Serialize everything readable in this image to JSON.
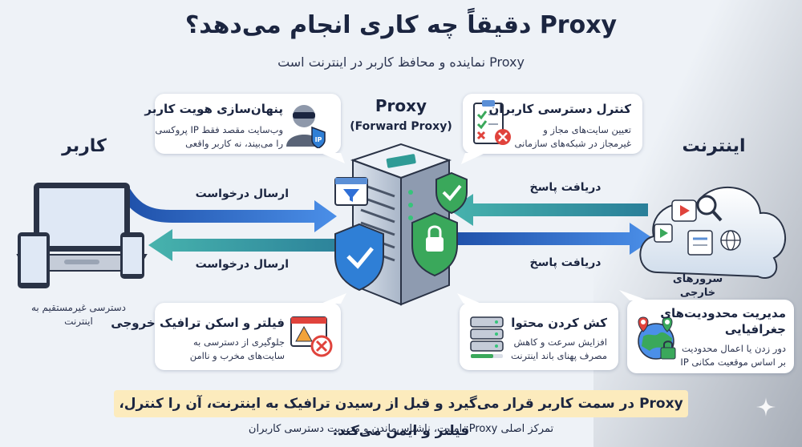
{
  "title": "Proxy دقیقاً چه کاری انجام می‌دهد؟",
  "subtitle": "Proxy نماینده و محافظ کاربر در اینترنت است",
  "proxy": {
    "title": "Proxy",
    "subtitle": "(Forward Proxy)"
  },
  "user": {
    "label": "کاربر",
    "note": "دسترسی غیرمستقیم به اینترنت"
  },
  "internet": {
    "label": "اینترنت",
    "servers": "سرورهای خارجی"
  },
  "arrows": {
    "send_request_top": "ارسال درخواست",
    "send_request_bottom": "ارسال درخواست",
    "receive_response_top": "دریافت پاسخ",
    "receive_response_bottom": "دریافت پاسخ"
  },
  "cards": {
    "identity": {
      "title": "پنهان‌سازی هویت کاربر",
      "line1": "وب‌سایت مقصد فقط IP پروکسی",
      "line2": "را می‌بیند، نه کاربر واقعی",
      "badge": "IP"
    },
    "access": {
      "title": "کنترل دسترسی کاربران",
      "line1": "تعیین سایت‌های مجاز و",
      "line2": "غیرمجاز در شبکه‌های سازمانی"
    },
    "filter": {
      "title": "فیلتر و اسکن ترافیک خروجی",
      "line1": "جلوگیری از دسترسی به",
      "line2": "سایت‌های مخرب و ناامن"
    },
    "cache": {
      "title": "کش کردن محتوا",
      "line1": "افزایش سرعت و کاهش",
      "line2": "مصرف پهنای باند اینترنت"
    },
    "geo": {
      "title_line1": "مدیریت محدودیت‌های",
      "title_line2": "جغرافیایی",
      "line1": "دور زدن یا اعمال محدودیت",
      "line2": "بر اساس موقعیت مکانی IP"
    }
  },
  "banner": "Proxy در سمت کاربر قرار می‌گیرد و قبل از رسیدن ترافیک به اینترنت، آن را کنترل، فیلتر و ایمن می‌کند.",
  "footer": "تمرکز اصلی Proxy: امنیت، ناشناس‌ماندن و مدیریت دسترسی کاربران",
  "colors": {
    "request_arrow": "#2f6fd6",
    "response_arrow": "#2f9b96",
    "shield": "#2f7fd6",
    "shield_green": "#3aa85b",
    "danger": "#e0433c",
    "banner_bg": "#fcebbd"
  },
  "icons": [
    "laptop-icon",
    "phone-icon",
    "hacker-icon",
    "shield-ip-icon",
    "checklist-icon",
    "server-icon",
    "cloud-icon",
    "warning-window-icon",
    "database-icon",
    "globe-icon",
    "lock-icon",
    "sparkle-icon"
  ]
}
